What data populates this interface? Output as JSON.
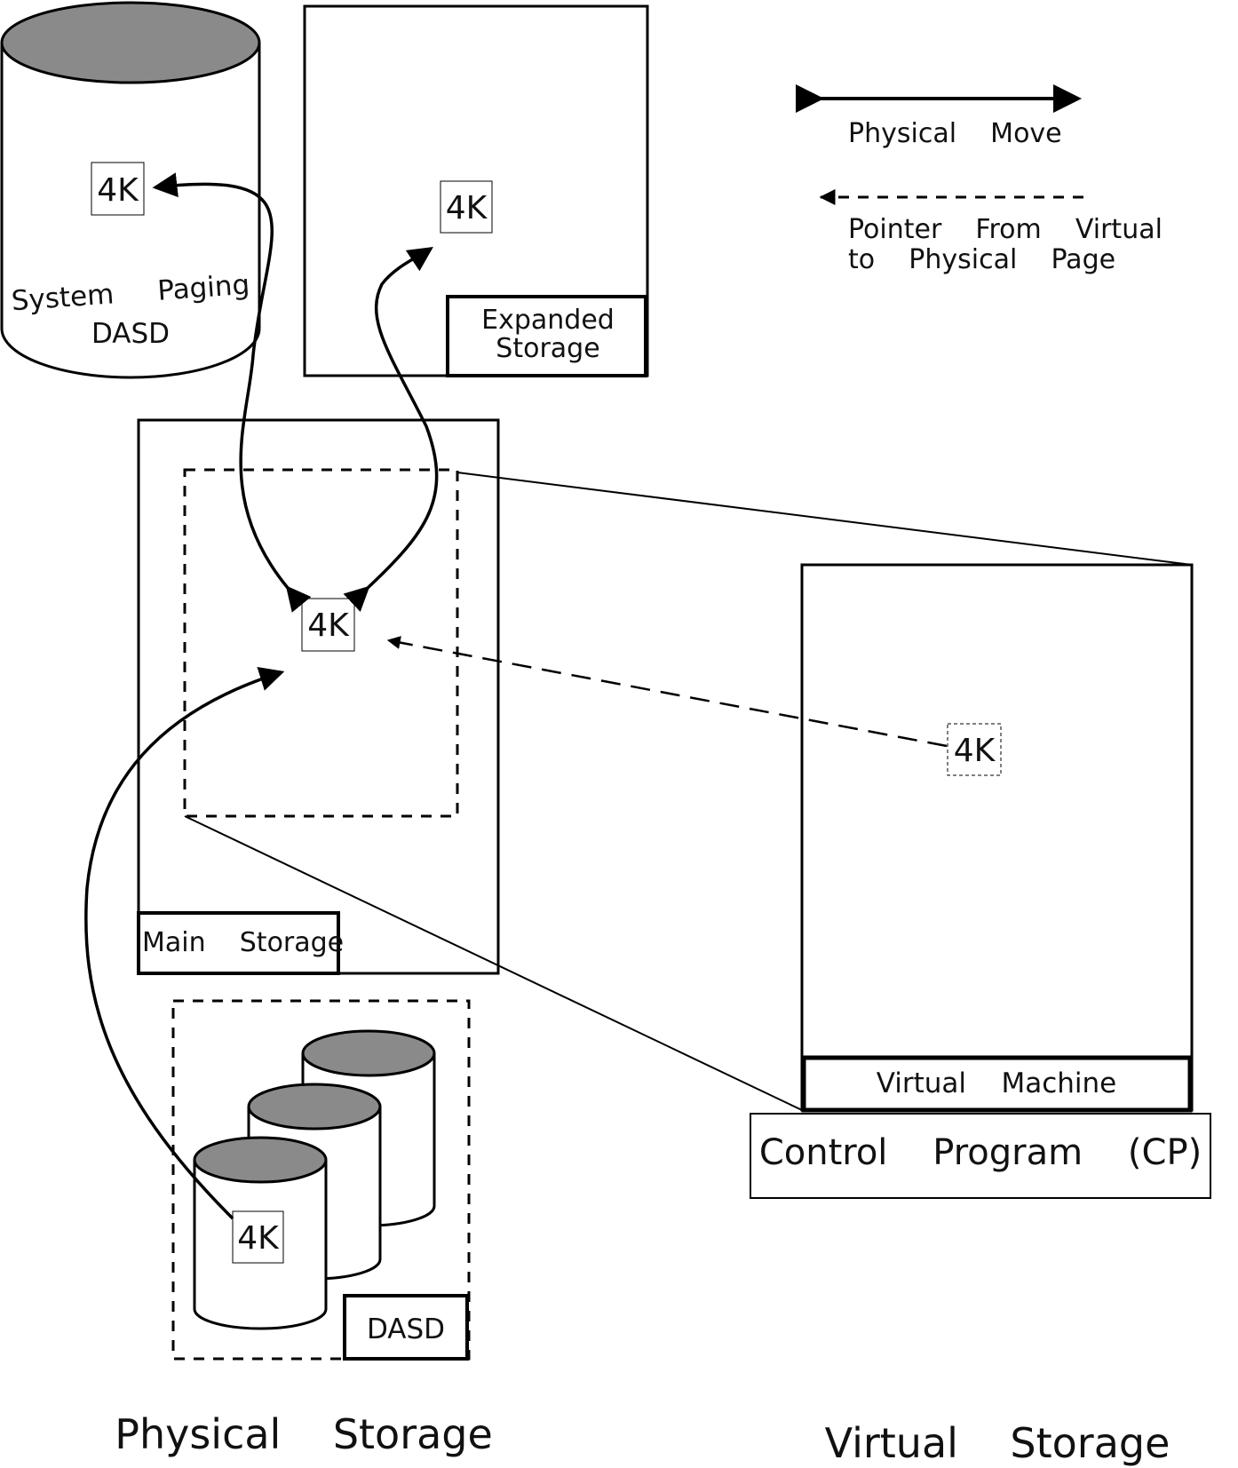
{
  "legend": {
    "physical_move": "Physical    Move",
    "pointer_line1": "Pointer    From    Virtual",
    "pointer_line2": "to    Physical    Page"
  },
  "system_paging": {
    "line1": "System     Paging",
    "line2": "DASD",
    "page": "4K"
  },
  "expanded": {
    "line1": "Expanded",
    "line2": "Storage",
    "page": "4K"
  },
  "main": {
    "label": "Main    Storage",
    "page": "4K"
  },
  "dasd": {
    "label": "DASD",
    "page": "4K"
  },
  "virtual_machine": {
    "label": "Virtual    Machine",
    "page": "4K"
  },
  "cp": {
    "label": "Control    Program    (CP)"
  },
  "footer": {
    "physical": "Physical    Storage",
    "virtual": "Virtual    Storage"
  },
  "colors": {
    "line": "#000000",
    "disk_top": "#8a8a8a"
  }
}
